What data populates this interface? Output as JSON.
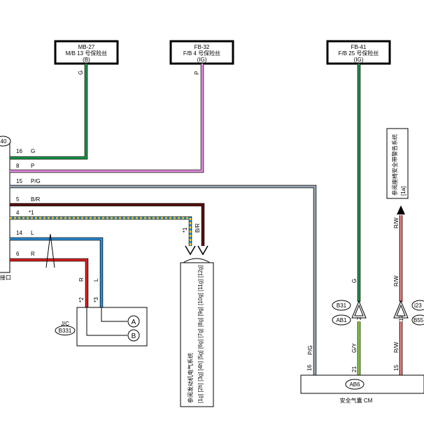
{
  "fuses": [
    {
      "line1": "MB-27",
      "line2": "M/B 13 号保险丝",
      "line3": "(B)",
      "wire_color": "G"
    },
    {
      "line1": "FB-32",
      "line2": "F/B 4 号保险丝",
      "line3": "(IG)",
      "wire_color": "P"
    },
    {
      "line1": "FB-41",
      "line2": "F/B 25 号保险丝",
      "line3": "(IG)",
      "wire_color": "G"
    }
  ],
  "left_connector": {
    "id": "40",
    "label": "接口",
    "pins": [
      {
        "num": "16",
        "color": "G"
      },
      {
        "num": "8",
        "color": "P"
      },
      {
        "num": "15",
        "color": "P/G"
      },
      {
        "num": "5",
        "color": "B/R"
      },
      {
        "num": "4",
        "color": "*1"
      },
      {
        "num": "14",
        "color": "L"
      },
      {
        "num": "6",
        "color": "R"
      }
    ]
  },
  "junction": {
    "label": "J/C",
    "id": "B331",
    "wire_r": "R",
    "wire_l": "L",
    "note_r": "*2",
    "note_l": "*3",
    "terminal_a": "A",
    "terminal_b": "B"
  },
  "engine_ref": {
    "note": "*1",
    "wire": "B/R",
    "text_1": "参阅发动机电气系统",
    "text_2": "[1g] [2h] [3g] [4h] [5g] [6g] [7g] [8g] [9g] [10g] [11g] [12g]"
  },
  "seatbelt_ref": {
    "text_1": "参阅座椅安全带警告系统",
    "text_2": "[1a]"
  },
  "airbag_cm": {
    "label": "安全气囊 CM",
    "connector": "AB6",
    "pins": [
      {
        "num": "16",
        "color": "P/G"
      },
      {
        "num": "21",
        "color": "G/Y"
      },
      {
        "num": "15",
        "color": "R/W"
      }
    ]
  },
  "inline_connectors": [
    {
      "top": "B31",
      "bottom": "AB1",
      "pin": "2",
      "wire_above": "G"
    },
    {
      "top": "i23",
      "bottom": "B55",
      "pin": "17",
      "wire_above": "R/W"
    }
  ],
  "rw_labels": [
    "R/W",
    "R/W"
  ],
  "colors": {
    "green": "#1e9848",
    "pink": "#e58fe0",
    "grey": "#9aa6b2",
    "brown": "#5a1010",
    "blue": "#2e8ed8",
    "red": "#dd1f1f",
    "yellow": "#f5d23a",
    "lightgreen": "#8fd046",
    "rw_red": "#dd3030"
  }
}
